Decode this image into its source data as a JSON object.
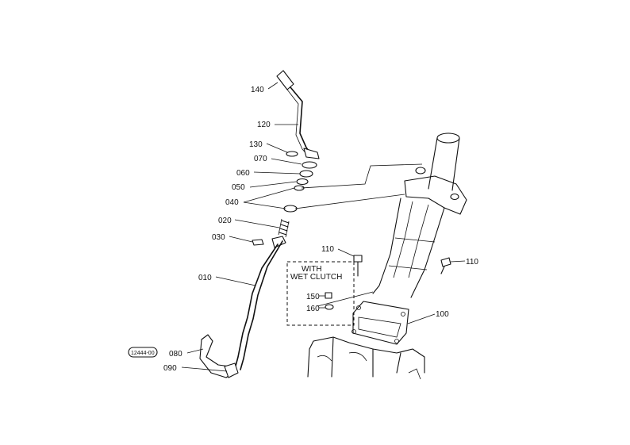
{
  "labels": {
    "p140": "140",
    "p120": "120",
    "p130": "130",
    "p070": "070",
    "p060": "060",
    "p050": "050",
    "p040": "040",
    "p020": "020",
    "p030": "030",
    "p010": "010",
    "p080": "080",
    "p090": "090",
    "p110a": "110",
    "p110b": "110",
    "p100": "100",
    "p150": "150",
    "p160": "160"
  },
  "inset": {
    "line1": "WITH",
    "line2": "WET CLUTCH"
  },
  "ref_badge": "12444-00"
}
